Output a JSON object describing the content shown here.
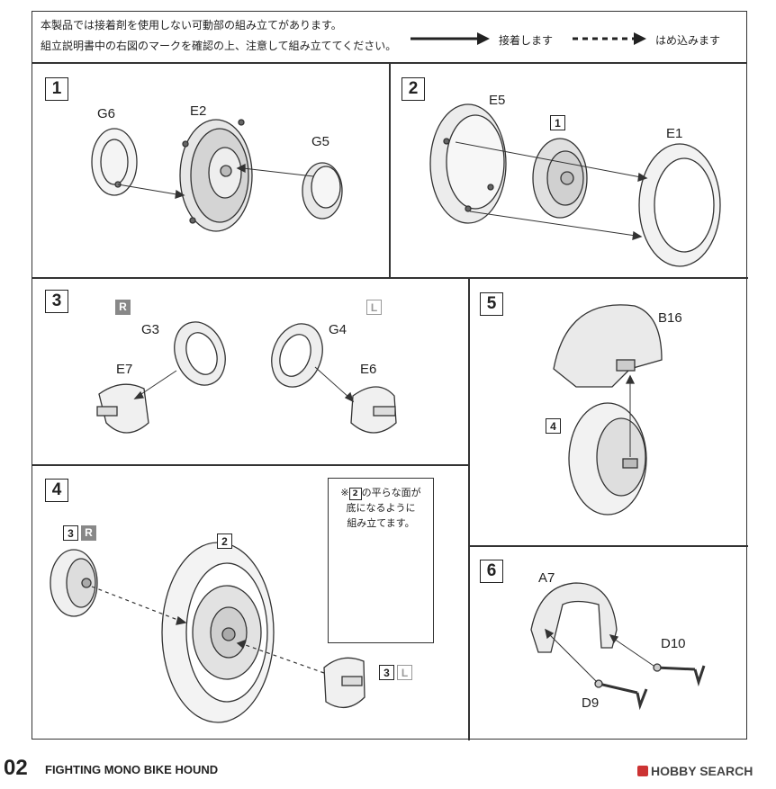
{
  "notice": {
    "line1": "本製品では接着剤を使用しない可動部の組み立てがあります。",
    "line2": "組立説明書中の右図のマークを確認の上、注意して組み立ててください。",
    "legend_glue": "接着します",
    "legend_snap": "はめ込みます"
  },
  "steps": [
    {
      "number": "1",
      "parts": [
        "G6",
        "E2",
        "G5"
      ]
    },
    {
      "number": "2",
      "parts": [
        "E5",
        "E1"
      ],
      "ref": "1"
    },
    {
      "number": "3",
      "parts": [
        "G3",
        "E7",
        "G4",
        "E6"
      ],
      "tag_right": "R",
      "tag_left": "L"
    },
    {
      "number": "4",
      "ref_main": "2",
      "ref_r": "3",
      "ref_r_tag": "R",
      "ref_l": "3",
      "ref_l_tag": "L"
    },
    {
      "number": "5",
      "parts": [
        "B16"
      ],
      "ref": "4"
    },
    {
      "number": "6",
      "parts": [
        "A7",
        "D10",
        "D9"
      ]
    }
  ],
  "note": {
    "prefix": "※",
    "ref": "2",
    "line1_suffix": "の平らな面が",
    "line2": "底になるように",
    "line3": "組み立てます。"
  },
  "footer": {
    "page": "02",
    "title": "FIGHTING MONO BIKE HOUND",
    "brand": "HOBBY SEARCH"
  },
  "colors": {
    "line": "#333333",
    "tag_fill": "#888888"
  }
}
